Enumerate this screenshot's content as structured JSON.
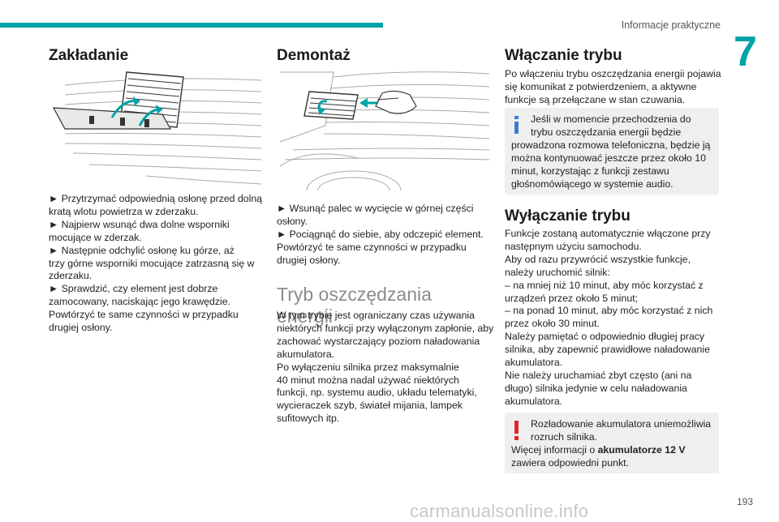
{
  "header": {
    "section": "Informacje praktyczne",
    "chapter": "7"
  },
  "col1": {
    "title": "Zakładanie",
    "lines": [
      "► Przytrzymać odpowiednią osłonę przed dolną",
      "kratą wlotu powietrza w zderzaku.",
      "► Najpierw wsunąć dwa dolne wsporniki",
      "mocujące w zderzak.",
      "► Następnie odchylić osłonę ku górze, aż",
      "trzy górne wsporniki mocujące zatrzasną się w",
      "zderzaku.",
      "► Sprawdzić, czy element jest dobrze",
      "zamocowany, naciskając jego krawędzie.",
      "Powtórzyć te same czynności w przypadku",
      "drugiej osłony."
    ]
  },
  "col2": {
    "title": "Demontaż",
    "lines": [
      "► Wsunąć palec w wycięcie w górnej części",
      "osłony.",
      "► Pociągnąć do siebie, aby odczepić element.",
      "Powtórzyć te same czynności w przypadku",
      "drugiej osłony."
    ],
    "big_title": "Tryb oszczędzania energii",
    "lines2": [
      "W tym trybie jest ograniczany czas używania",
      "niektórych funkcji przy wyłączonym zapłonie, aby",
      "zachować wystarczający poziom naładowania",
      "akumulatora.",
      "Po wyłączeniu silnika przez maksymalnie",
      "40 minut można nadal używać niektórych",
      "funkcji, np. systemu audio, układu telematyki,",
      "wycieraczek szyb, świateł mijania, lampek",
      "sufitowych itp."
    ]
  },
  "col3": {
    "title1": "Włączanie trybu",
    "lines1": [
      "Po włączeniu trybu oszczędzania energii pojawia",
      "się komunikat z potwierdzeniem, a aktywne",
      "funkcje są przełączane w stan czuwania."
    ],
    "info_lines": [
      "Jeśli w momencie przechodzenia do",
      "trybu oszczędzania energii będzie",
      "prowadzona rozmowa telefoniczna, będzie ją",
      "można kontynuować jeszcze przez około 10",
      "minut, korzystając z funkcji zestawu",
      "głośnomówiącego w systemie audio."
    ],
    "title2": "Wyłączanie trybu",
    "lines2": [
      "Funkcje zostaną automatycznie włączone przy",
      "następnym użyciu samochodu.",
      "Aby od razu przywrócić wszystkie funkcje,",
      "należy uruchomić silnik:",
      "– na mniej niż 10 minut, aby móc korzystać z",
      "urządzeń przez około 5 minut;",
      "– na ponad 10 minut, aby móc korzystać z nich",
      "przez około 30 minut.",
      "Należy pamiętać o odpowiednio długiej pracy",
      "silnika, aby zapewnić prawidłowe naładowanie",
      "akumulatora.",
      "Nie należy uruchamiać zbyt często (ani na",
      "długo) silnika jedynie w celu naładowania",
      "akumulatora."
    ],
    "warn_lines": [
      "Rozładowanie akumulatora uniemożliwia",
      "rozruch silnika."
    ],
    "warn_more_prefix": "Więcej informacji o ",
    "warn_more_bold": "akumulatorze 12 V",
    "warn_more_last": "zawiera odpowiedni punkt."
  },
  "footer": {
    "page": "193",
    "watermark": "carmanualsonline.info"
  },
  "colors": {
    "accent": "#00a3a6",
    "info": "#3d7bd9",
    "warning": "#e3261f",
    "note_bg": "#efefef"
  }
}
